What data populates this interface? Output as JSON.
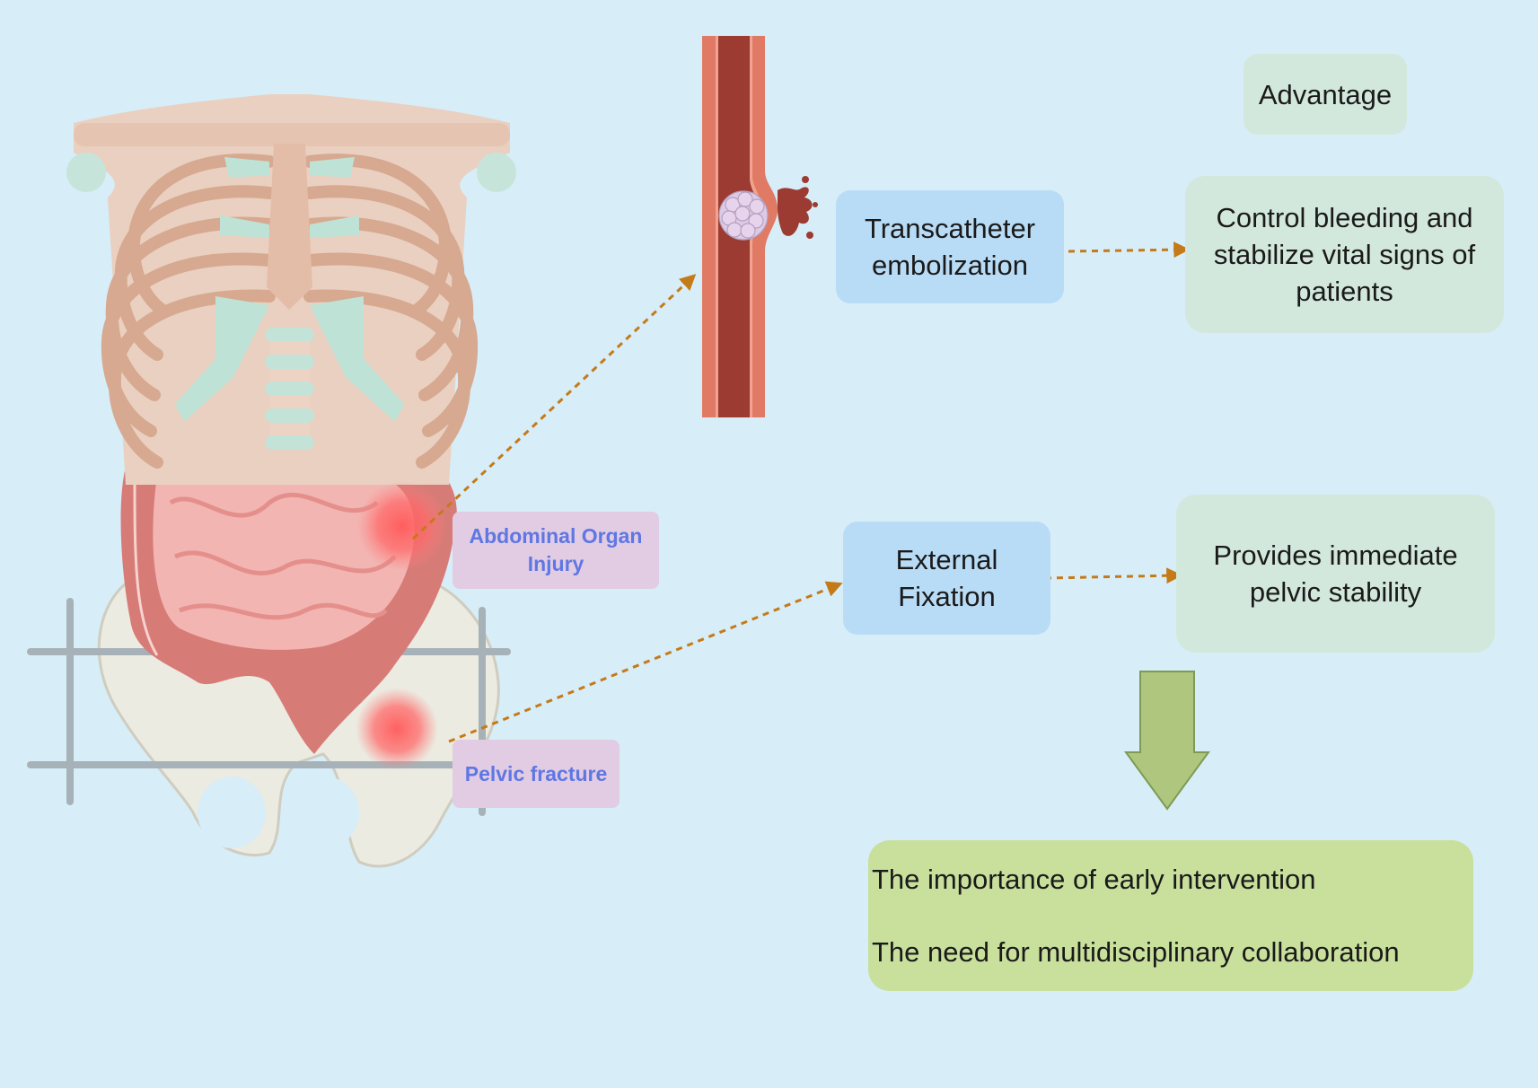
{
  "labels": {
    "abdominal": "Abdominal Organ Injury",
    "pelvic": "Pelvic fracture"
  },
  "interventions": {
    "embolization": "Transcatheter embolization",
    "fixation": "External Fixation"
  },
  "advantage": {
    "header": "Advantage",
    "embolization": "Control bleeding and stabilize vital signs of patients",
    "fixation": "Provides immediate pelvic stability"
  },
  "conclusion": {
    "line1": "The importance of early intervention",
    "line2": "The need for multidisciplinary collaboration"
  },
  "colors": {
    "background": "#d7edf8",
    "intervention_box": "#b9dcf6",
    "advantage_box": "#d3e8dc",
    "label_box": "#e1cce4",
    "label_text": "#5f77e3",
    "conclusion_box": "#c9e09c",
    "arrow_dotted": "#c57a18",
    "arrow_down": "#aec67e",
    "vessel_dark": "#9b3b32",
    "vessel_light": "#e07a64"
  }
}
